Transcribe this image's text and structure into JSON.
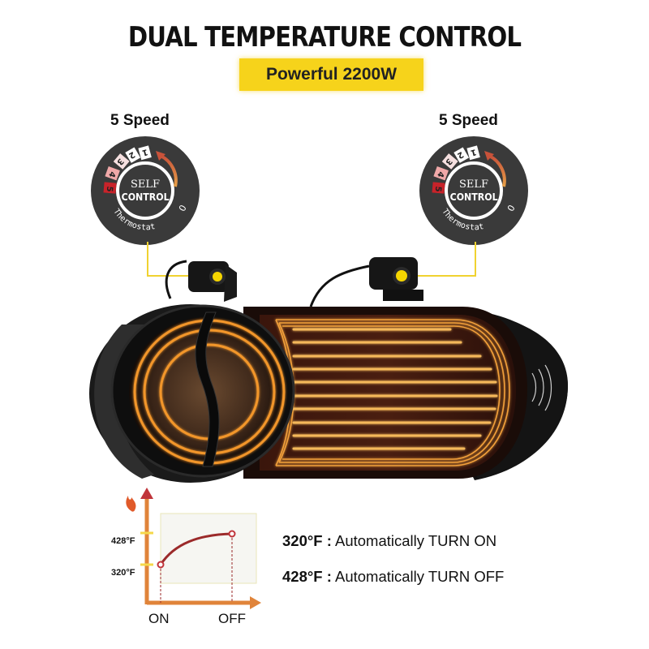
{
  "header": {
    "title": "DUAL TEMPERATURE CONTROL",
    "badge": "Powerful 2200W"
  },
  "colors": {
    "badge_bg": "#f6d31b",
    "callout_line": "#f0d230",
    "heating_glow": "#f29a2e",
    "dial_bg": "#3a3a3a",
    "graph_axis": "#e0843a",
    "graph_curve": "#9b2a2a"
  },
  "controls": {
    "left": {
      "label": "5 Speed",
      "dial_center_line1": "SELF",
      "dial_center_line2": "CONTROL",
      "dial_arc_text": "Thermostat",
      "off_mark": "0",
      "levels": [
        "1",
        "2",
        "3",
        "4",
        "5"
      ]
    },
    "right": {
      "label": "5 Speed",
      "dial_center_line1": "SELF",
      "dial_center_line2": "CONTROL",
      "dial_arc_text": "Thermostat",
      "off_mark": "0",
      "levels": [
        "1",
        "2",
        "3",
        "4",
        "5"
      ]
    }
  },
  "product": {
    "left_zone": "hot-pot",
    "right_zone": "grill-plate"
  },
  "chart_data": {
    "type": "line",
    "title": "",
    "xlabel": "",
    "ylabel": "",
    "categories": [
      "ON",
      "OFF"
    ],
    "x": [
      "ON",
      "OFF"
    ],
    "y_ticks": [
      "320°F",
      "428°F"
    ],
    "series": [
      {
        "name": "temperature",
        "values": [
          320,
          428
        ]
      }
    ],
    "grid": false,
    "legend": "none"
  },
  "graph": {
    "tick_low": "320",
    "tick_high": "428",
    "unit": "°F",
    "x_on": "ON",
    "x_off": "OFF"
  },
  "legend": {
    "line1_temp": "320°F :",
    "line1_text": " Automatically TURN ON",
    "line2_temp": "428°F :",
    "line2_text": " Automatically TURN OFF"
  }
}
